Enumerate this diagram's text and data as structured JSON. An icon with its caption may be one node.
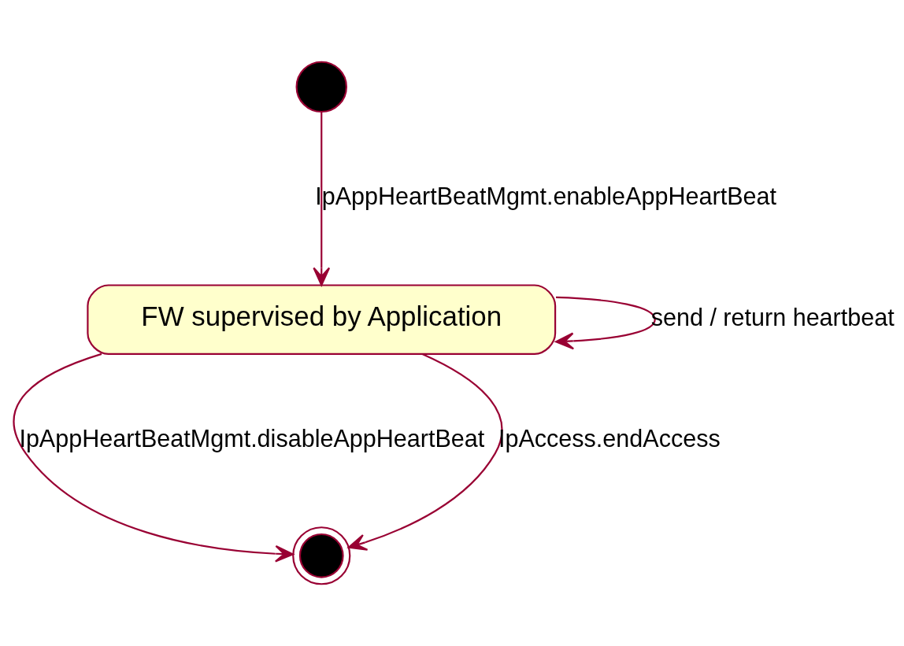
{
  "diagram": {
    "nodes": [
      {
        "text": [],
        "shape": "circle"
      },
      {
        "text": [
          "FW supervised by Application"
        ]
      },
      {
        "text": [],
        "shape": "bullseye"
      }
    ],
    "edges": [
      {
        "from": 0,
        "to": 1,
        "arrow": "to",
        "label": "IpAppHeartBeatMgmt.enableAppHeartBeat"
      },
      {
        "from": 1,
        "to": 1,
        "arrow": "to",
        "label": "send / return heartbeat"
      },
      {
        "from": 1,
        "to": 2,
        "arrow": "to",
        "label": "IpAppHeartBeatMgmt.disableAppHeartBeat"
      },
      {
        "from": 1,
        "to": 2,
        "arrow": "to",
        "label": "IpAccess.endAccess"
      }
    ]
  }
}
